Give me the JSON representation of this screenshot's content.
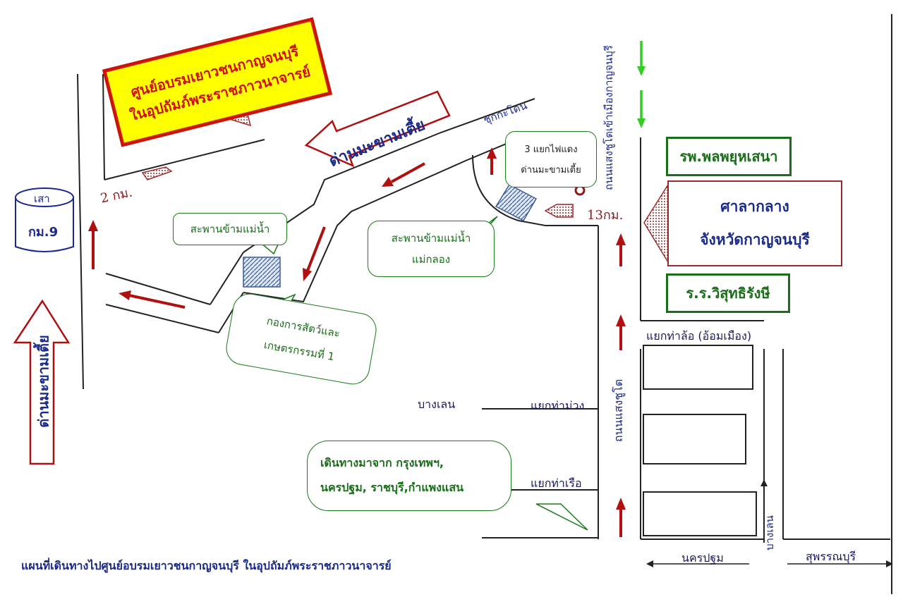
{
  "title_banner": {
    "line1": "ศูนย์อบรมเยาวชนกาญจนบุรี",
    "line2": "ในอุปถัมภ์พระราชภาวนาจารย์"
  },
  "pole": {
    "line1": "เสา",
    "line2": "กม.9"
  },
  "distance_2km": "2 กม.",
  "distance_13km": "13กม.",
  "road_arrow_top": "ด่านมะขามเตี้ย",
  "road_arrow_left": "ด่านมะขามเตี้ย",
  "bridge1": "สะพานข้ามแม่น้ำ",
  "bridge2": {
    "line1": "สะพานข้ามแม่น้ำ",
    "line2": "แม่กลอง"
  },
  "signal": {
    "line1": "3 แยกไฟแดง",
    "line2": "ด่านมะขามเตี้ย"
  },
  "chuk_ka_don": "ชุกกะโดน",
  "road_to_city": "ถนนแสงชูโตเข้าเมืองกาญจนบุรี",
  "road_saeng_chuto": "ถนนแสงชูโต",
  "hospital": "รพ.พลพยุหเสนา",
  "city_hall": {
    "line1": "ศาลากลาง",
    "line2": "จังหวัดกาญจนบุรี"
  },
  "school": "ร.ร.วิสุทธิรังษี",
  "junction_tha_lo": "แยกท่าล้อ (อ้อมเมือง)",
  "junction_tha_muang": "แยกท่าม่วง",
  "junction_tha_ruea": "แยกท่าเรือ",
  "bang_len_area": "บางเลน",
  "bang_len_road": "บางเลน",
  "livestock": {
    "line1": "กองการสัตว์และ",
    "line2": "เกษตรกรรมที่ 1"
  },
  "origin_note": {
    "line1": "เดินทางมาจาก กรุงเทพฯ,",
    "line2": "นครปฐม, ราชบุรี,กำแพงแสน"
  },
  "nakhon_pathom": "นครปฐม",
  "suphan_buri": "สุพรรณบุรี",
  "caption": "แผนที่เดินทางไปศูนย์อบรมเยาวชนกาญจนบุรี ในอุปถัมภ์พระราชภาวนาจารย์",
  "colors": {
    "road_line": "#222222",
    "red_arrow": "#b01010",
    "green_arrow": "#33cc22",
    "green_text": "#1a6e1a",
    "navy_text": "#1a2a8b",
    "banner_fill": "#ffff00",
    "banner_border": "#cc1111"
  }
}
